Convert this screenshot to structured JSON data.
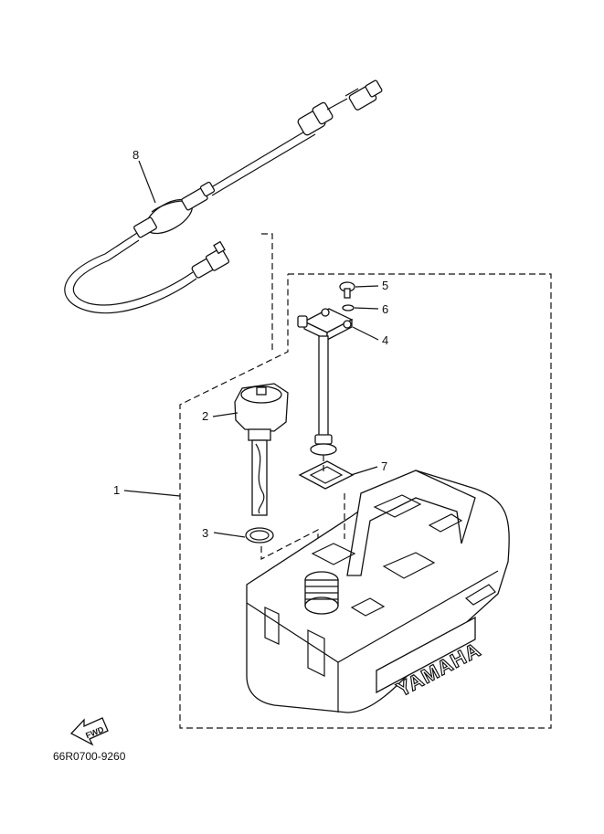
{
  "callouts": {
    "c1": "1",
    "c2": "2",
    "c3": "3",
    "c4": "4",
    "c5": "5",
    "c6": "6",
    "c7": "7",
    "c8": "8"
  },
  "tank_brand": "YAMAHA",
  "fwd_label": "FWD",
  "diagram_code": "66R0700-9260"
}
